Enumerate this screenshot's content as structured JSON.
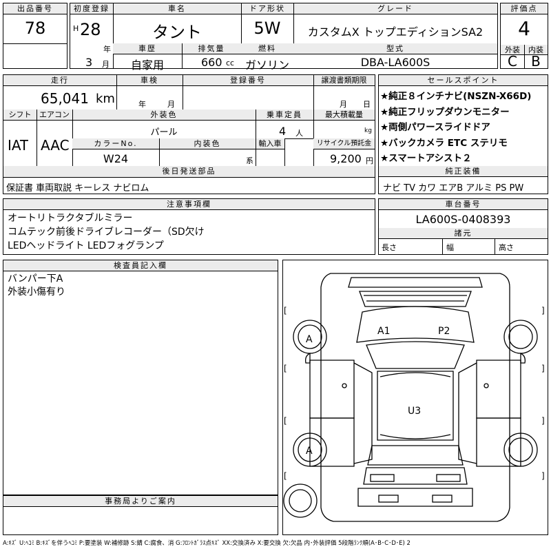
{
  "header": {
    "lot_no_label": "出品番号",
    "lot_no": "78",
    "first_reg_label": "初度登録",
    "era": "H",
    "year": "28",
    "year_unit": "年",
    "month": "3",
    "month_unit": "月",
    "car_name_label": "車名",
    "car_name": "タント",
    "door_label": "ドア形状",
    "door": "5W",
    "grade_label": "グレード",
    "grade": "カスタムX トップエディションSA2",
    "score_label": "評価点",
    "score": "4",
    "history_label": "車歴",
    "history": "自家用",
    "displacement_label": "排気量",
    "displacement": "660",
    "displacement_unit": "cc",
    "fuel_label": "燃料",
    "fuel": "ガソリン",
    "model_label": "型式",
    "model": "DBA-LA600S",
    "exterior_label": "外装",
    "exterior_grade": "C",
    "interior_label": "内装",
    "interior_grade": "B"
  },
  "details": {
    "mileage_label": "走行",
    "mileage": "65,041",
    "mileage_unit": "km",
    "inspection_label": "車検",
    "inspection_year_unit": "年",
    "inspection_month_unit": "月",
    "reg_no_label": "登録番号",
    "transfer_label": "譲渡書類期限",
    "transfer_month_unit": "月",
    "transfer_day_unit": "日",
    "shift_label": "シフト",
    "shift": "IAT",
    "ac_label": "エアコン",
    "ac": "AAC",
    "color_label": "外装色",
    "color": "パール",
    "seats_label": "乗車定員",
    "seats": "4",
    "seats_unit": "人",
    "load_label": "最大積載量",
    "load_unit": "kg",
    "color_no_label": "カラーNo.",
    "color_no": "W24",
    "int_color_label": "内装色",
    "int_color_unit": "系",
    "import_label": "輸入車",
    "recycle_label": "リサイクル預託金",
    "recycle": "9,200",
    "recycle_unit": "円"
  },
  "later_parts": {
    "label": "後日発送部品",
    "text": "保証書 車両取説 キーレス ナビロム"
  },
  "sales_points": {
    "label": "セールスポイント",
    "items": [
      "★純正８インチナビ(NSZN-X66D)",
      "★純正フリップダウンモニター",
      "★両側パワースライドドア",
      "★バックカメラ ETC ステリモ",
      "★スマートアシスト２"
    ]
  },
  "standard_equipment": {
    "label": "純正装備",
    "text": "ナビ TV カワ エアB アルミ PS PW"
  },
  "notes": {
    "label": "注意事項欄",
    "lines": [
      "オートリトラクタブルミラー",
      "コムテック前後ドライブレコーダー（SD欠け",
      "LEDヘッドライト LEDフォグランプ"
    ]
  },
  "chassis": {
    "label": "車台番号",
    "value": "LA600S-0408393",
    "dims_label": "諸元",
    "length_label": "長さ",
    "width_label": "幅",
    "height_label": "高さ"
  },
  "inspector": {
    "label": "検査員記入欄",
    "lines": [
      "バンパー下A",
      "外装小傷有り"
    ]
  },
  "office": {
    "label": "事務局よりご案内"
  },
  "diagram": {
    "marks": {
      "front_left": "A",
      "rear_left": "A",
      "a1": "A1",
      "p2": "P2",
      "u3": "U3"
    },
    "bracket_open": "[",
    "bracket_close": "]"
  },
  "legend": "A:ｷｽﾞ U:ﾍｺﾐ B:ｷｽﾞを伴うﾍｺﾐ P:要塗装 W:補修跡 S:錆 C:腐食、消 G:ﾌﾛﾝﾄｶﾞﾗｽ点ｷｽﾞ XX:交換済み X:要交換 欠:欠品 内･外装評価 5段階ﾗﾝｸ順(A･B･C･D･E) 2"
}
